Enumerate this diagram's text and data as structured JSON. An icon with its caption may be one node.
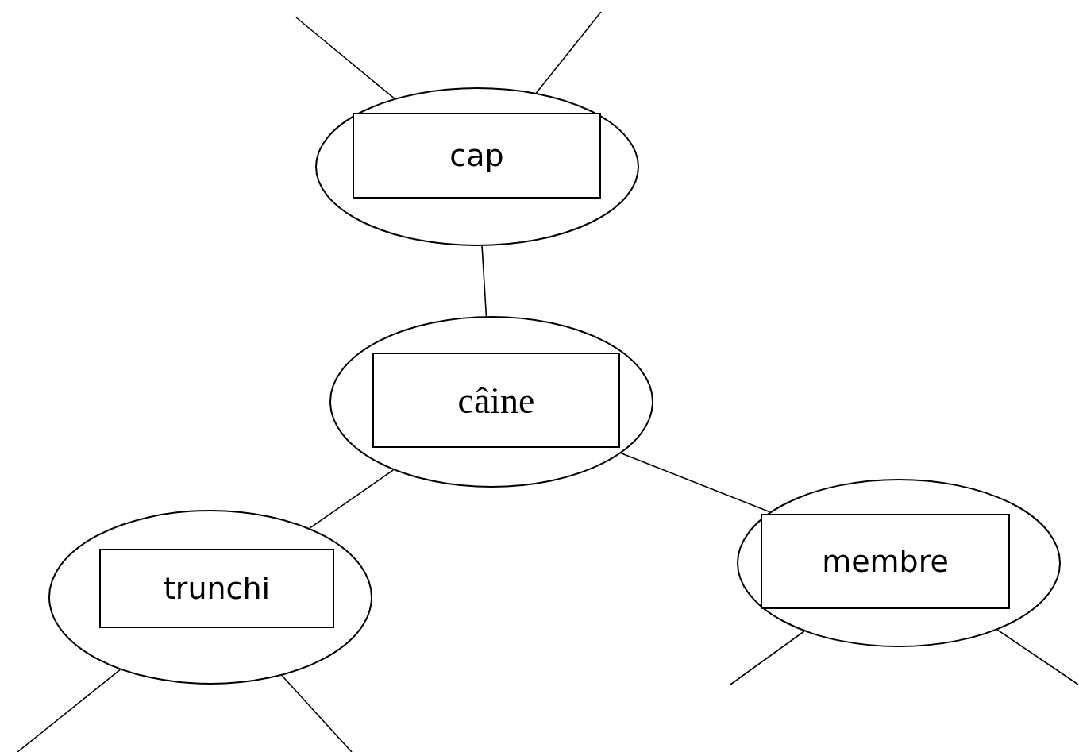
{
  "diagram": {
    "nodes": [
      {
        "text": [],
        "shape": "ellipse"
      },
      {
        "text": [
          "cap"
        ],
        "in": 0
      },
      {
        "text": [],
        "shape": "ellipse"
      },
      {
        "text": [
          "câine"
        ],
        "in": 2
      },
      {
        "text": [],
        "shape": "ellipse"
      },
      {
        "text": [
          "trunchi"
        ],
        "in": 4
      },
      {
        "text": [],
        "shape": "ellipse"
      },
      {
        "text": [
          "membre"
        ],
        "in": 6
      }
    ],
    "edges": [
      {
        "from": null,
        "to": 0,
        "arrow": "none"
      },
      {
        "from": null,
        "to": 0,
        "arrow": "none"
      },
      {
        "from": 0,
        "to": 2,
        "arrow": "none"
      },
      {
        "from": 2,
        "to": 4,
        "arrow": "none"
      },
      {
        "from": 2,
        "to": 6,
        "arrow": "none"
      },
      {
        "from": 4,
        "to": null,
        "arrow": "none"
      },
      {
        "from": 4,
        "to": null,
        "arrow": "none"
      },
      {
        "from": 6,
        "to": null,
        "arrow": "none"
      },
      {
        "from": 6,
        "to": null,
        "arrow": "none"
      }
    ]
  }
}
